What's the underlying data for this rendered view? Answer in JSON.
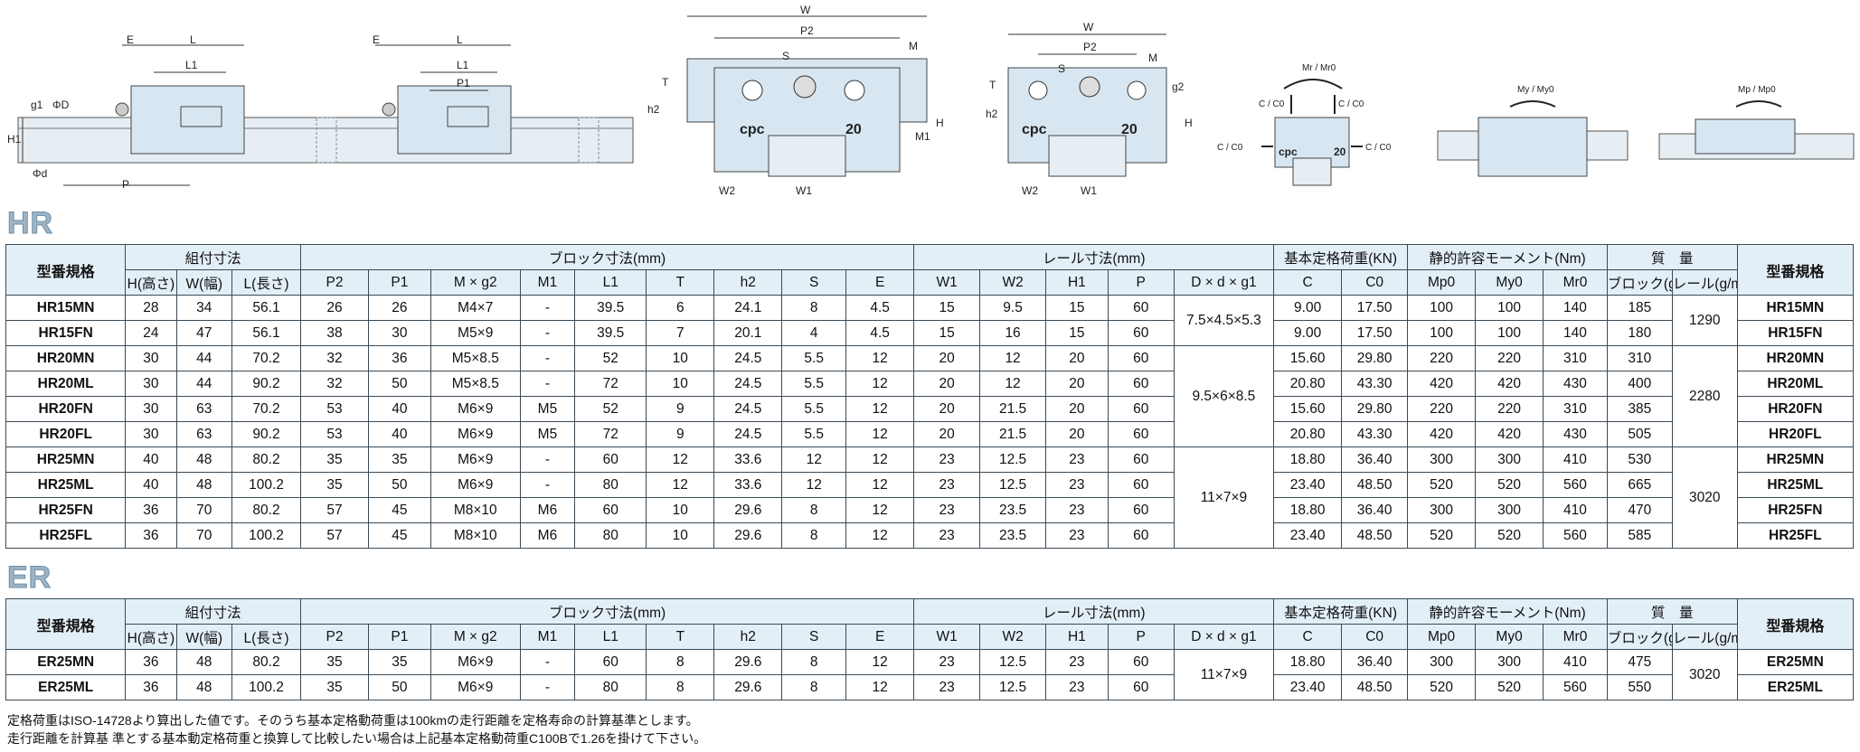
{
  "diagram_labels": {
    "rail_side": {
      "E1": "E",
      "L1": "L",
      "L1b": "L1",
      "E2": "E",
      "L2": "L",
      "L2b": "L1",
      "P1": "P1",
      "g1": "g1",
      "phiD": "ΦD",
      "H1": "H1",
      "phid": "Φd",
      "P": "P"
    },
    "front1": {
      "W": "W",
      "P2": "P2",
      "M": "M",
      "S": "S",
      "T": "T",
      "h2": "h2",
      "H": "H",
      "M1": "M1",
      "W2": "W2",
      "W1": "W1",
      "logo": "cpc",
      "size": "20"
    },
    "front2": {
      "W": "W",
      "P2": "P2",
      "M": "M",
      "S": "S",
      "T": "T",
      "h2": "h2",
      "g2": "g2",
      "H": "H",
      "W2": "W2",
      "W1": "W1",
      "logo": "cpc",
      "size": "20"
    },
    "load": {
      "moment": "Mr / Mr0",
      "cc_left": "C / C0",
      "cc_right": "C / C0",
      "cc_top1": "C / C0",
      "cc_top2": "C / C0",
      "logo": "cpc",
      "size": "20"
    },
    "my": {
      "label": "My / My0"
    },
    "mp": {
      "label": "Mp / Mp0"
    }
  },
  "hr": {
    "title": "HR",
    "headers": {
      "model": "型番規格",
      "assembly": "組付寸法",
      "block": "ブロック寸法(mm)",
      "rail": "レール寸法(mm)",
      "load": "基本定格荷重(KN)",
      "moment": "静的許容モーメント(Nm)",
      "mass": "質　量",
      "model_r": "型番規格",
      "sub": [
        "H(高さ)",
        "W(幅)",
        "L(長さ)",
        "P2",
        "P1",
        "M × g2",
        "M1",
        "L1",
        "T",
        "h2",
        "S",
        "E",
        "W1",
        "W2",
        "H1",
        "P",
        "D × d × g1",
        "C",
        "C0",
        "Mp0",
        "My0",
        "Mr0",
        "ブロック(g)",
        "レール(g/m)"
      ]
    },
    "rows": [
      [
        "HR15MN",
        "28",
        "34",
        "56.1",
        "26",
        "26",
        "M4×7",
        "-",
        "39.5",
        "6",
        "24.1",
        "8",
        "4.5",
        "15",
        "9.5",
        "15",
        "60",
        "9.00",
        "17.50",
        "100",
        "100",
        "140",
        "185"
      ],
      [
        "HR15FN",
        "24",
        "47",
        "56.1",
        "38",
        "30",
        "M5×9",
        "-",
        "39.5",
        "7",
        "20.1",
        "4",
        "4.5",
        "15",
        "16",
        "15",
        "60",
        "9.00",
        "17.50",
        "100",
        "100",
        "140",
        "180"
      ],
      [
        "HR20MN",
        "30",
        "44",
        "70.2",
        "32",
        "36",
        "M5×8.5",
        "-",
        "52",
        "10",
        "24.5",
        "5.5",
        "12",
        "20",
        "12",
        "20",
        "60",
        "15.60",
        "29.80",
        "220",
        "220",
        "310",
        "310"
      ],
      [
        "HR20ML",
        "30",
        "44",
        "90.2",
        "32",
        "50",
        "M5×8.5",
        "-",
        "72",
        "10",
        "24.5",
        "5.5",
        "12",
        "20",
        "12",
        "20",
        "60",
        "20.80",
        "43.30",
        "420",
        "420",
        "430",
        "400"
      ],
      [
        "HR20FN",
        "30",
        "63",
        "70.2",
        "53",
        "40",
        "M6×9",
        "M5",
        "52",
        "9",
        "24.5",
        "5.5",
        "12",
        "20",
        "21.5",
        "20",
        "60",
        "15.60",
        "29.80",
        "220",
        "220",
        "310",
        "385"
      ],
      [
        "HR20FL",
        "30",
        "63",
        "90.2",
        "53",
        "40",
        "M6×9",
        "M5",
        "72",
        "9",
        "24.5",
        "5.5",
        "12",
        "20",
        "21.5",
        "20",
        "60",
        "20.80",
        "43.30",
        "420",
        "420",
        "430",
        "505"
      ],
      [
        "HR25MN",
        "40",
        "48",
        "80.2",
        "35",
        "35",
        "M6×9",
        "-",
        "60",
        "12",
        "33.6",
        "12",
        "12",
        "23",
        "12.5",
        "23",
        "60",
        "18.80",
        "36.40",
        "300",
        "300",
        "410",
        "530"
      ],
      [
        "HR25ML",
        "40",
        "48",
        "100.2",
        "35",
        "50",
        "M6×9",
        "-",
        "80",
        "12",
        "33.6",
        "12",
        "12",
        "23",
        "12.5",
        "23",
        "60",
        "23.40",
        "48.50",
        "520",
        "520",
        "560",
        "665"
      ],
      [
        "HR25FN",
        "36",
        "70",
        "80.2",
        "57",
        "45",
        "M8×10",
        "M6",
        "60",
        "10",
        "29.6",
        "8",
        "12",
        "23",
        "23.5",
        "23",
        "60",
        "18.80",
        "36.40",
        "300",
        "300",
        "410",
        "470"
      ],
      [
        "HR25FL",
        "36",
        "70",
        "100.2",
        "57",
        "45",
        "M8×10",
        "M6",
        "80",
        "10",
        "29.6",
        "8",
        "12",
        "23",
        "23.5",
        "23",
        "60",
        "23.40",
        "48.50",
        "520",
        "520",
        "560",
        "585"
      ]
    ],
    "dd": [
      "7.5×4.5×5.3",
      "9.5×6×8.5",
      "11×7×9"
    ],
    "rail_mass": [
      "1290",
      "2280",
      "3020"
    ]
  },
  "er": {
    "title": "ER",
    "rows": [
      [
        "ER25MN",
        "36",
        "48",
        "80.2",
        "35",
        "35",
        "M6×9",
        "-",
        "60",
        "8",
        "29.6",
        "8",
        "12",
        "23",
        "12.5",
        "23",
        "60",
        "18.80",
        "36.40",
        "300",
        "300",
        "410",
        "475"
      ],
      [
        "ER25ML",
        "36",
        "48",
        "100.2",
        "35",
        "50",
        "M6×9",
        "-",
        "80",
        "8",
        "29.6",
        "8",
        "12",
        "23",
        "12.5",
        "23",
        "60",
        "23.40",
        "48.50",
        "520",
        "520",
        "560",
        "550"
      ]
    ],
    "dd": "11×7×9",
    "rail_mass": "3020"
  },
  "notes": [
    "定格荷重はISO-14728より算出した値です。そのうち基本定格動荷重は100kmの走行距離を定格寿命の計算基準とします。",
    "走行距離を計算基 準とする基本動定格荷重と換算して比較したい場合は上記基本定格動荷重C100Bで1.26を掛けて下さい。"
  ],
  "colors": {
    "header_bg": "#e3eff7",
    "title": "#9cb4c6",
    "diagram_block": "#d7e6f1",
    "diagram_rail": "#e6eef4"
  }
}
